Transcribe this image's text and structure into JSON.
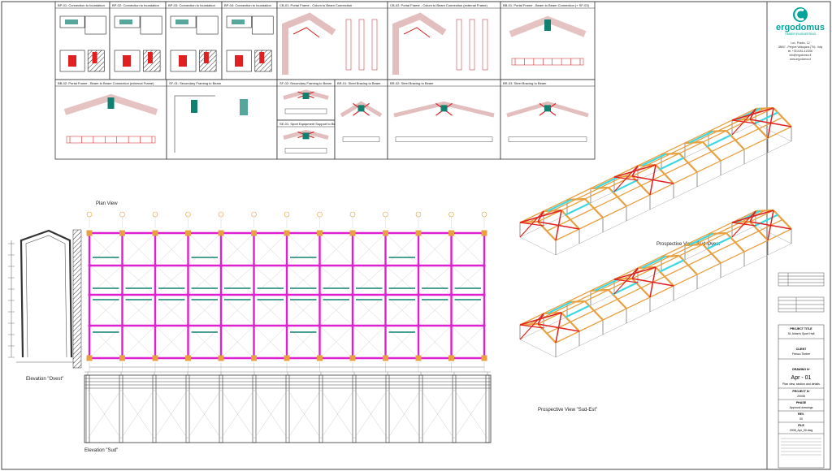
{
  "details": [
    {
      "title": "BP-01: Connection to foundation"
    },
    {
      "title": "BP-02: Connection to foundation"
    },
    {
      "title": "BP-03: Connection to foundation"
    },
    {
      "title": "BP-04: Connection to foundation"
    },
    {
      "title": "CB-01: Portal Frame - Colum to Beam Connection"
    },
    {
      "title": "CB-02: Portal Frame - Colum to Beam Connection (external Frame)"
    },
    {
      "title": "BB-01: Portal Frame - Beam to Beam Connection (+ SF-03)"
    },
    {
      "title": "BB-02: Portal Frame - Beam to Beam Connection (external Frame)"
    },
    {
      "title": "SF-01: Secondary Framing to Beam"
    },
    {
      "title": "SF-02: Secondary Framing to Beam"
    },
    {
      "title": "SE-01: Sport Equipment Support to Beam"
    },
    {
      "title": "BR-01: Steel Bracing to Beam"
    },
    {
      "title": "BR-02: Steel Bracing to Beam"
    },
    {
      "title": "BR-03: Steel Bracing to Beam"
    }
  ],
  "views": {
    "plan": "Plan View",
    "elev_west": "Elevation \"Ovest\"",
    "elev_south": "Elevation \"Sud\"",
    "persp_sw": "Prospective View \"Sud-Ovest\"",
    "persp_se": "Prospective View \"Sud-Est\""
  },
  "logo": {
    "name": "ergodomus",
    "tagline": "TIMBER ENGINEERING",
    "address1": "Loc. Pradio, 12",
    "address2": "38057 - Pergine Valsugana (TN) - Italy",
    "tel": "tel. +39-0461-410030",
    "email": "info@ergodomus.it",
    "web": "www.ergodomus.it"
  },
  "title_block": {
    "project_title_label": "PROJECT TITLE",
    "project_title": "St. Aidan's Sport Hall",
    "client_label": "CLIENT",
    "client": "Fresco Timber",
    "drawing_label": "DRAWING Nº",
    "drawing": "Apr - 01",
    "drawing_desc": "Plan view, section and details",
    "project_no_label": "PROJECT Nº",
    "project_no": "20008",
    "phase_label": "PHASE",
    "phase": "Approval drawings",
    "rev_label": "REV.",
    "rev": "00",
    "file_label": "FILE",
    "file": "2008_Apr_00.dwg"
  },
  "colors": {
    "magenta": "#e020d0",
    "red": "#e02020",
    "orange": "#e8a040",
    "teal": "#108070",
    "cyan": "#40d8e0",
    "logo": "#00a49a"
  }
}
